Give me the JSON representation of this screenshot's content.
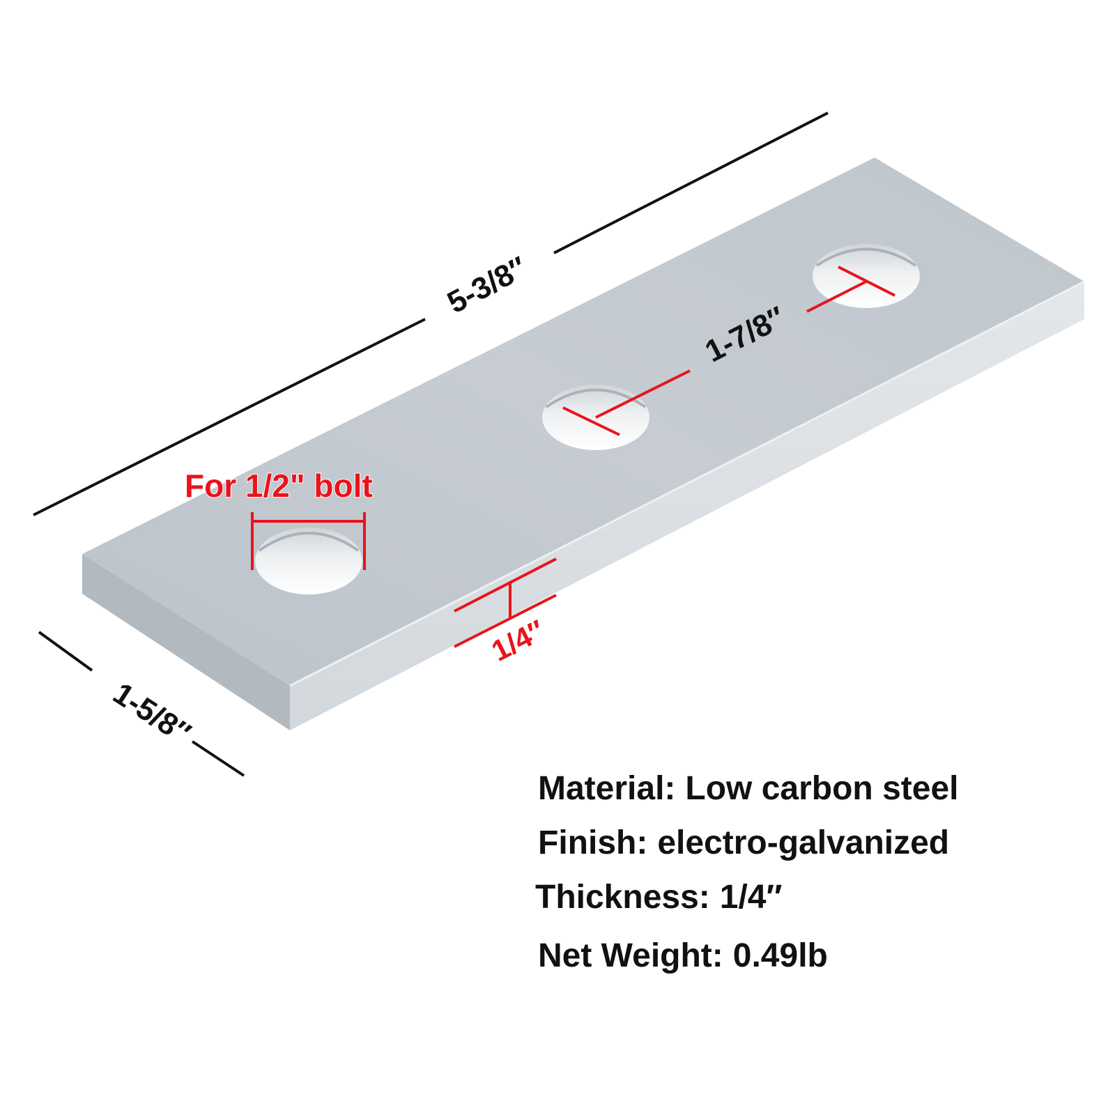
{
  "colors": {
    "background": "#ffffff",
    "plate_top": "#c3c9cf",
    "plate_front": "#dde1e5",
    "plate_side": "#aab1b8",
    "dimension_line": "#111111",
    "annotation_red": "#e8141c",
    "text": "#111111"
  },
  "dimensions": {
    "length": "5-3/8″",
    "width": "1-5/8″",
    "hole_spacing": "1-7/8″",
    "thickness": "1/4″",
    "bolt_size": "For 1/2\" bolt"
  },
  "specs": [
    {
      "label": "Material:",
      "value": "Low carbon steel"
    },
    {
      "label": "Finish:",
      "value": "electro-galvanized"
    },
    {
      "label": "Thickness:",
      "value": "1/4″"
    },
    {
      "label": "Net Weight:",
      "value": "0.49lb"
    }
  ]
}
